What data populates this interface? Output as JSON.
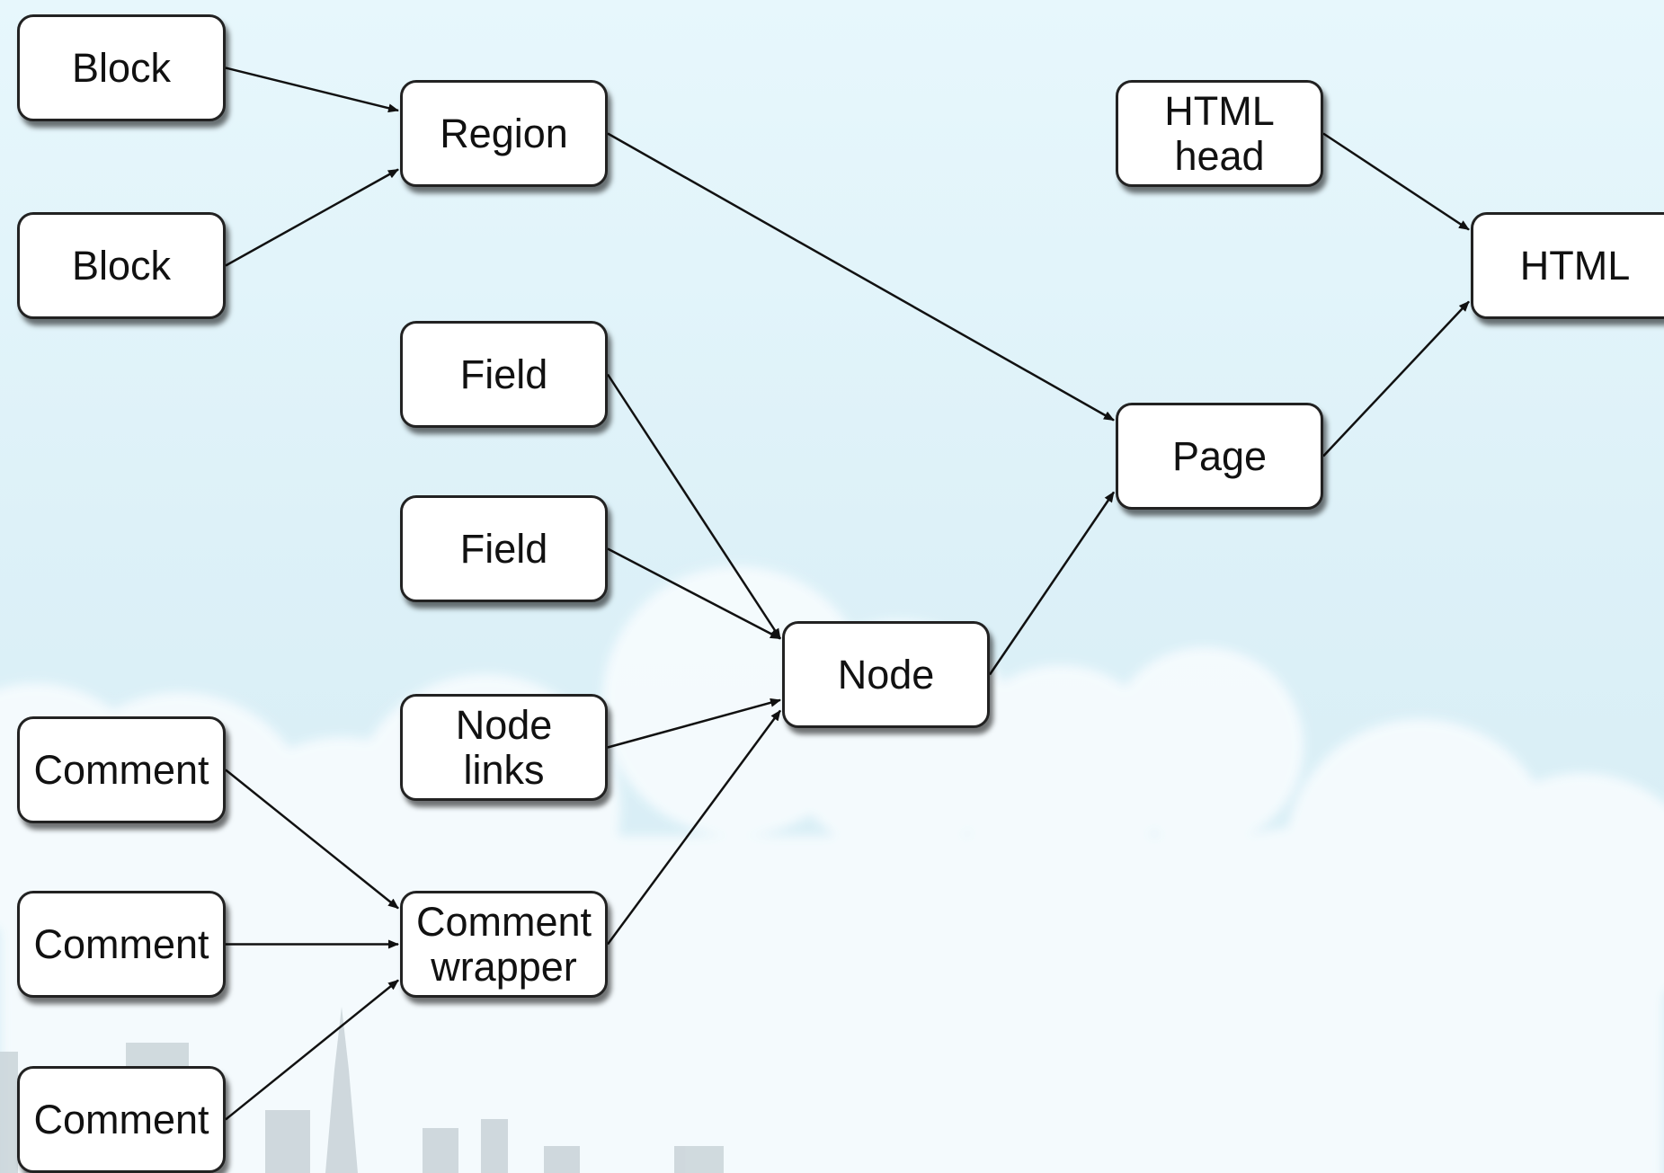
{
  "nodes": {
    "block_1": "Block",
    "block_2": "Block",
    "region": "Region",
    "field_1": "Field",
    "field_2": "Field",
    "node_links": "Node\nlinks",
    "comment_wrapper": "Comment\nwrapper",
    "comment_1": "Comment",
    "comment_2": "Comment",
    "comment_3": "Comment",
    "node": "Node",
    "page": "Page",
    "html_head": "HTML\nhead",
    "html": "HTML"
  },
  "edges": [
    {
      "from": "block_1",
      "to": "region"
    },
    {
      "from": "block_2",
      "to": "region"
    },
    {
      "from": "region",
      "to": "page"
    },
    {
      "from": "field_1",
      "to": "node"
    },
    {
      "from": "field_2",
      "to": "node"
    },
    {
      "from": "node_links",
      "to": "node"
    },
    {
      "from": "comment_wrapper",
      "to": "node"
    },
    {
      "from": "comment_1",
      "to": "comment_wrapper"
    },
    {
      "from": "comment_2",
      "to": "comment_wrapper"
    },
    {
      "from": "comment_3",
      "to": "comment_wrapper"
    },
    {
      "from": "node",
      "to": "page"
    },
    {
      "from": "html_head",
      "to": "html"
    },
    {
      "from": "page",
      "to": "html"
    }
  ],
  "colors": {
    "node_fill": "#ffffff",
    "node_border": "#222222",
    "edge": "#111111",
    "sky": "#e2f5fb",
    "cloud": "#f7fcfe"
  }
}
